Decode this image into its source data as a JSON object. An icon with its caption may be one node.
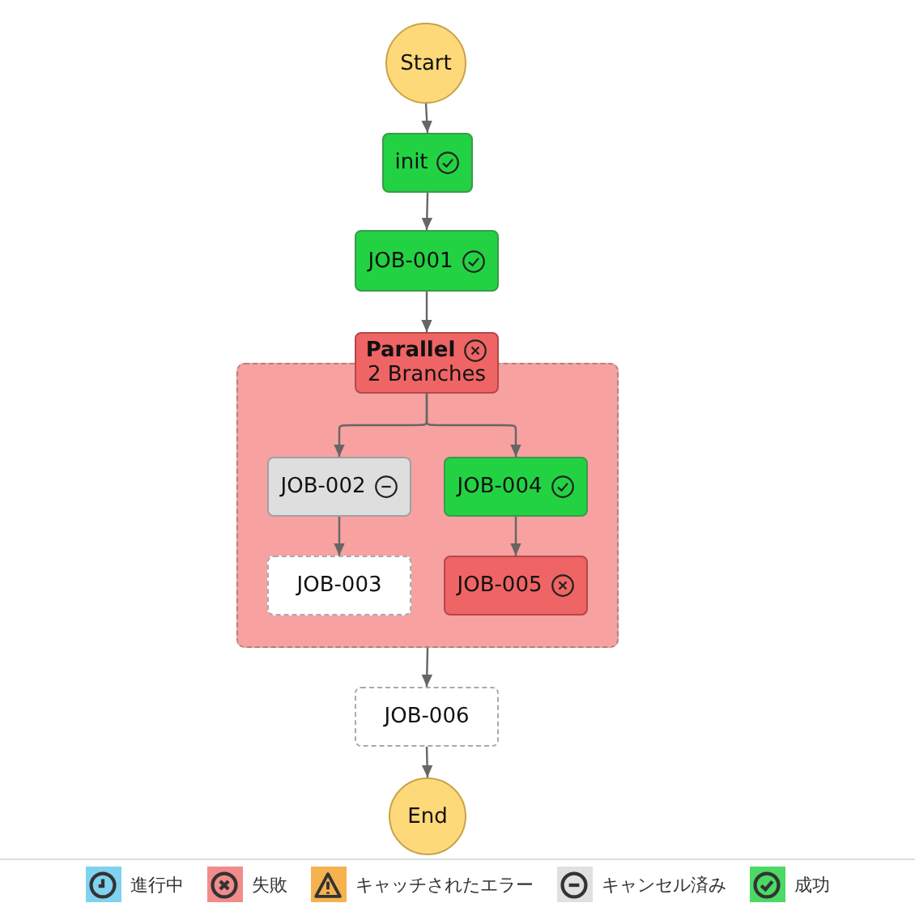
{
  "diagram": {
    "nodes": [
      {
        "text": [
          "Start"
        ]
      },
      {
        "text": [
          "init"
        ]
      },
      {
        "text": [
          "JOB-001"
        ]
      },
      {
        "text": [
          "Parallel",
          "2 Branches"
        ]
      },
      {
        "text": [],
        "shape": "box"
      },
      {
        "text": [
          "JOB-002"
        ],
        "in": 4
      },
      {
        "text": [
          "JOB-003"
        ],
        "in": 4
      },
      {
        "text": [
          "JOB-004"
        ],
        "in": 4
      },
      {
        "text": [
          "JOB-005"
        ],
        "in": 4
      },
      {
        "text": [
          "JOB-006"
        ]
      },
      {
        "text": [
          "End"
        ]
      }
    ],
    "edges": [
      {
        "from": 0,
        "to": 1,
        "arrow": "to"
      },
      {
        "from": 1,
        "to": 2,
        "arrow": "to"
      },
      {
        "from": 2,
        "to": 3,
        "arrow": "to"
      },
      {
        "from": 3,
        "to": 5,
        "arrow": "to"
      },
      {
        "from": 3,
        "to": 7,
        "arrow": "to"
      },
      {
        "from": 5,
        "to": 6,
        "arrow": "to"
      },
      {
        "from": 7,
        "to": 8,
        "arrow": "to"
      },
      {
        "from": 4,
        "to": 9,
        "arrow": "to"
      },
      {
        "from": 9,
        "to": 10,
        "arrow": "to"
      }
    ],
    "legend": [
      {
        "text": "進行中",
        "color": "#7fd3f0"
      },
      {
        "text": "失敗",
        "color": "#f28b8b"
      },
      {
        "text": "キャッチされたエラー",
        "color": "#f5b24f"
      },
      {
        "text": "キャンセル済み",
        "color": "#e0e0e0"
      },
      {
        "text": "成功",
        "color": "#4cd964"
      }
    ]
  }
}
